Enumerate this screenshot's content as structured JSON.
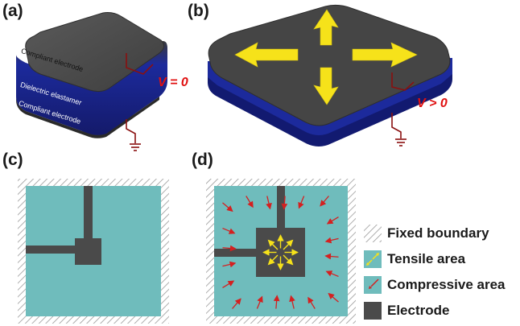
{
  "panels": {
    "a": "(a)",
    "b": "(b)",
    "c": "(c)",
    "d": "(d)"
  },
  "panel_a": {
    "top_electrode": "Compliant electrode",
    "elastomer": "Dielectric elastamer",
    "bottom_electrode": "Compliant electrode",
    "voltage": "V = 0"
  },
  "panel_b": {
    "voltage": "V > 0"
  },
  "legend": {
    "fixed": "Fixed boundary",
    "tensile": "Tensile area",
    "compressive": "Compressive area",
    "electrode": "Electrode"
  },
  "colors": {
    "electrode": "#4a4a4a",
    "elastomer_fill": "#6fbcbc",
    "dielectric": "#1c2a9c",
    "arrow_yellow": "#f6e21a",
    "arrow_red": "#d42020",
    "voltage_red": "#e01010"
  }
}
